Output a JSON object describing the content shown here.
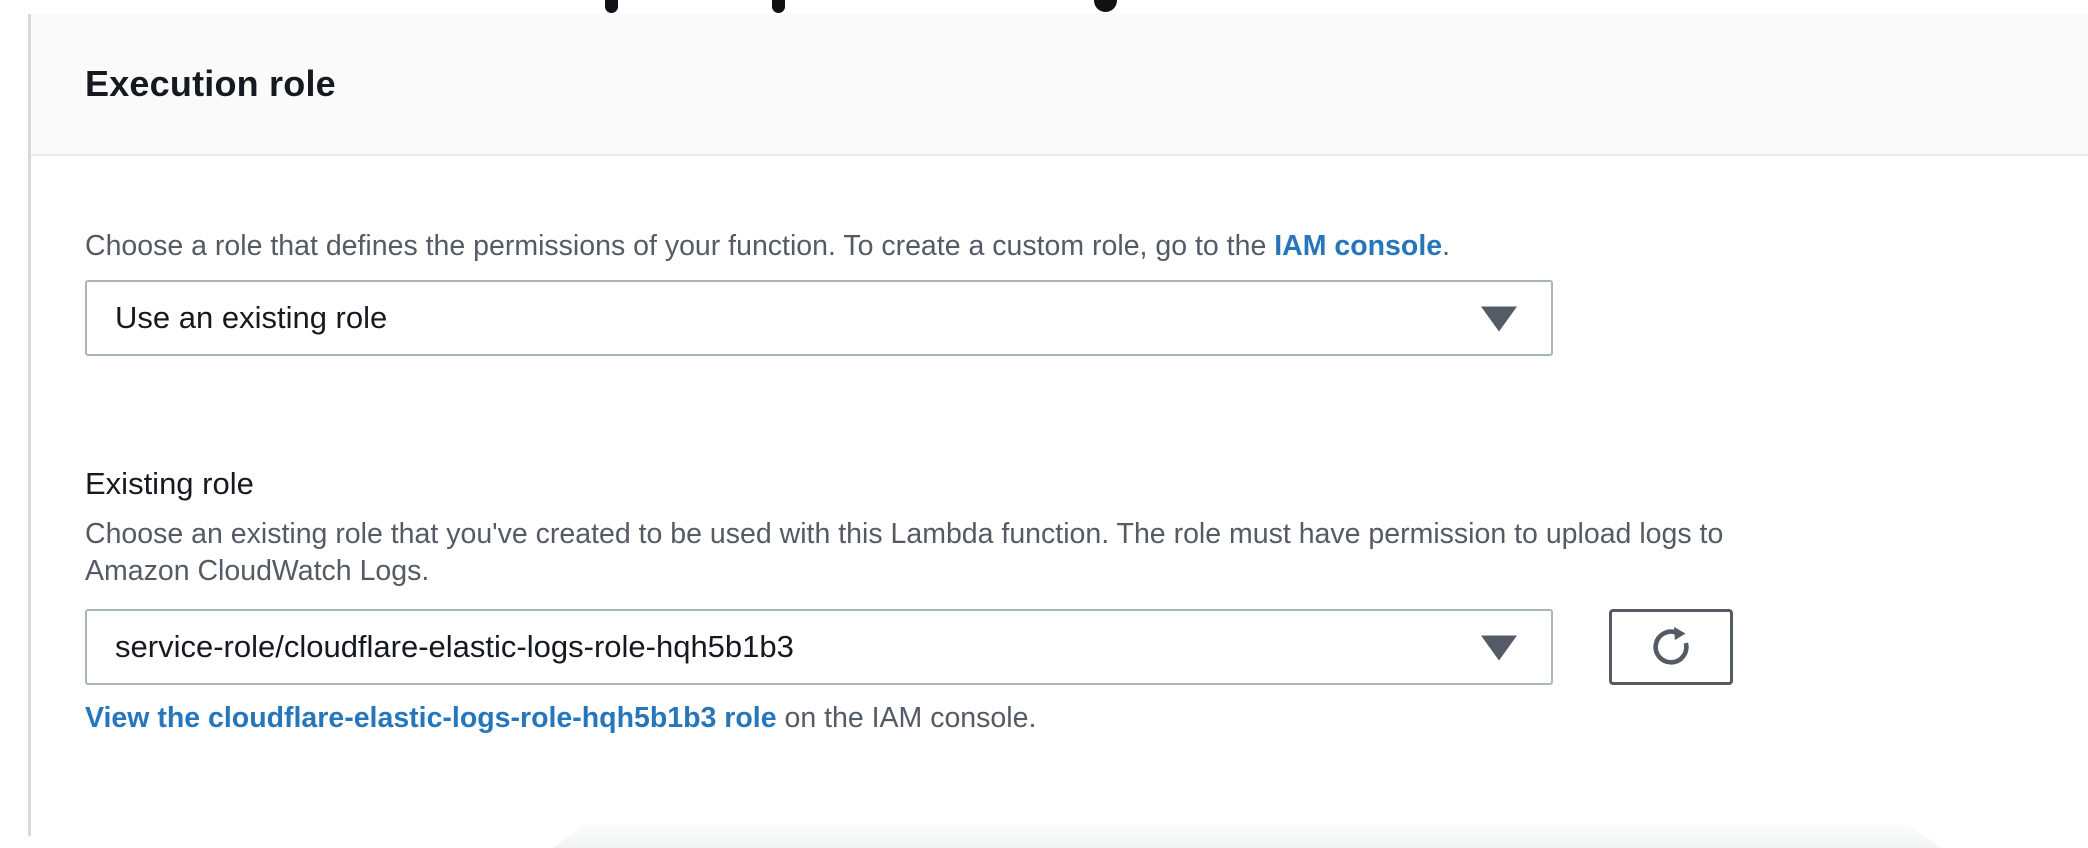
{
  "card": {
    "title": "Execution role",
    "intro": {
      "text_before_link": "Choose a role that defines the permissions of your function. To create a custom role, go to the ",
      "link_text": "IAM console",
      "text_after_link": "."
    },
    "role_type_select": {
      "value": "Use an existing role",
      "caret_icon": "chevron-down"
    },
    "existing_role": {
      "label": "Existing role",
      "description_line1": "Choose an existing role that you've created to be used with this Lambda function. The role must have permission to upload logs to",
      "description_line2": "Amazon CloudWatch Logs.",
      "select_value": "service-role/cloudflare-elastic-logs-role-hqh5b1b3",
      "caret_icon": "chevron-down",
      "refresh_icon": "refresh",
      "view_link_text": "View the cloudflare-elastic-logs-role-hqh5b1b3 role",
      "view_link_suffix": " on the IAM console."
    }
  },
  "colors": {
    "link_blue": "#2676bc",
    "text_dark": "#16191f",
    "text_gray": "#545b64",
    "header_bg": "#fafafa",
    "divider": "#eaeded",
    "select_border": "#aab7b8",
    "button_border": "#545b64",
    "card_left_border": "#d5dbdb"
  }
}
